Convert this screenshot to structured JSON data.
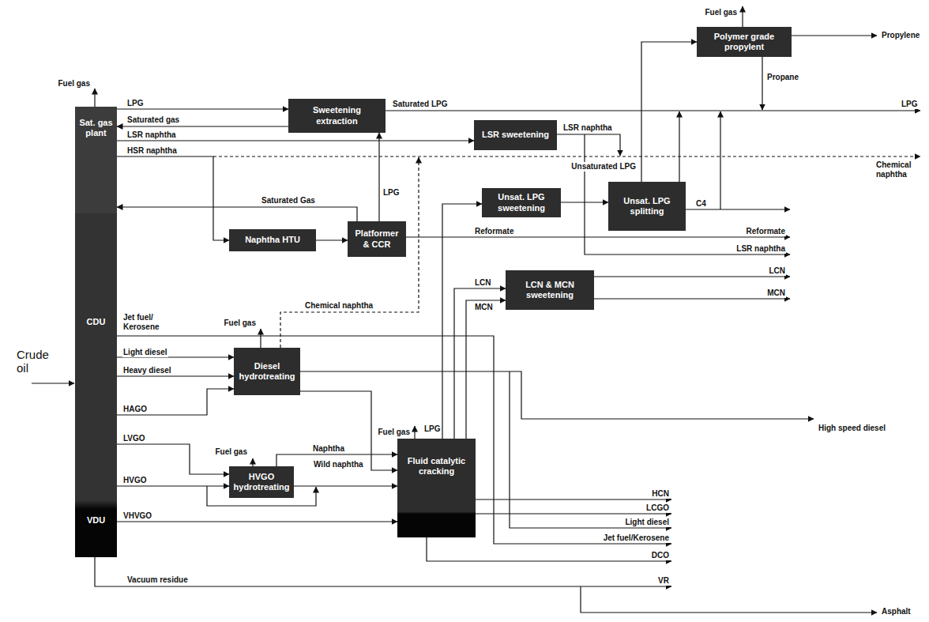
{
  "diagram": {
    "nodes": [
      {
        "text": [
          "Sat. gas plant"
        ]
      },
      {
        "text": [
          "CDU"
        ]
      },
      {
        "text": [
          "VDU"
        ]
      },
      {
        "text": [
          "Sweetening extraction"
        ]
      },
      {
        "text": [
          "LSR sweetening"
        ]
      },
      {
        "text": [
          "Polymer grade propylent"
        ]
      },
      {
        "text": [
          "Naphtha HTU"
        ]
      },
      {
        "text": [
          "Platformer & CCR"
        ]
      },
      {
        "text": [
          "Unsat. LPG sweetening"
        ]
      },
      {
        "text": [
          "Unsat. LPG splitting"
        ]
      },
      {
        "text": [
          "LCN & MCN sweetening"
        ]
      },
      {
        "text": [
          "Diesel hydrotreating"
        ]
      },
      {
        "text": [
          "HVGO hydrotreating"
        ]
      },
      {
        "text": [
          "Fluid catalytic cracking"
        ]
      }
    ],
    "edges": [
      {
        "from": 0,
        "to": 3,
        "label": "LPG",
        "arrow": "to"
      },
      {
        "from": 3,
        "to": 0,
        "label": "Saturated gas",
        "arrow": "to"
      },
      {
        "from": 0,
        "to": 4,
        "label": "LSR naphtha",
        "arrow": "to"
      },
      {
        "from": 0,
        "to": 6,
        "label": "HSR naphtha",
        "arrow": "to"
      },
      {
        "from": 7,
        "to": 0,
        "label": "Saturated Gas",
        "arrow": "to"
      },
      {
        "from": 7,
        "to": 3,
        "label": "LPG",
        "arrow": "to"
      },
      {
        "from": 6,
        "to": 7,
        "arrow": "to"
      },
      {
        "from": 13,
        "to": 8,
        "label": "LPG",
        "arrow": "to"
      },
      {
        "from": 13,
        "to": 10,
        "label": "LCN",
        "arrow": "to"
      },
      {
        "from": 13,
        "to": 10,
        "label": "MCN",
        "arrow": "to"
      },
      {
        "from": 8,
        "to": 9,
        "arrow": "to"
      },
      {
        "from": 9,
        "to": 5,
        "label": "Unsaturated LPG",
        "arrow": "to"
      },
      {
        "from": 1,
        "to": 11,
        "label": "Light diesel",
        "arrow": "to"
      },
      {
        "from": 1,
        "to": 11,
        "label": "Heavy diesel",
        "arrow": "to"
      },
      {
        "from": 1,
        "to": 11,
        "label": "HAGO",
        "arrow": "to"
      },
      {
        "from": 2,
        "to": 12,
        "label": "LVGO",
        "arrow": "to"
      },
      {
        "from": 2,
        "to": 12,
        "label": "HVGO",
        "arrow": "to"
      },
      {
        "from": 2,
        "to": 13,
        "label": "VHVGO",
        "arrow": "to"
      },
      {
        "from": 12,
        "to": 13,
        "arrow": "to"
      },
      {
        "from": 12,
        "to": 13,
        "label": "Naphtha",
        "arrow": "to"
      },
      {
        "from": 11,
        "to": 13,
        "label": "Wild naphtha",
        "arrow": "to"
      }
    ],
    "labels": [
      "Fuel gas",
      "Saturated LPG",
      "Fuel gas",
      "Propylene",
      "Propane",
      "LPG",
      "Chemical naphtha",
      "LSR naphtha",
      "C4",
      "Reformate",
      "Reformate",
      "LSR naphtha",
      "LCN",
      "MCN",
      "Fuel gas",
      "Chemical naphtha",
      "Jet fuel/ Kerosene",
      "High speed diesel",
      "Fuel gas",
      "Fuel gas",
      "HCN",
      "LCGO",
      "Light diesel",
      "Jet fuel/Kerosene",
      "DCO",
      "Vacuum residue",
      "VR",
      "Asphalt",
      "Crude oil"
    ]
  }
}
